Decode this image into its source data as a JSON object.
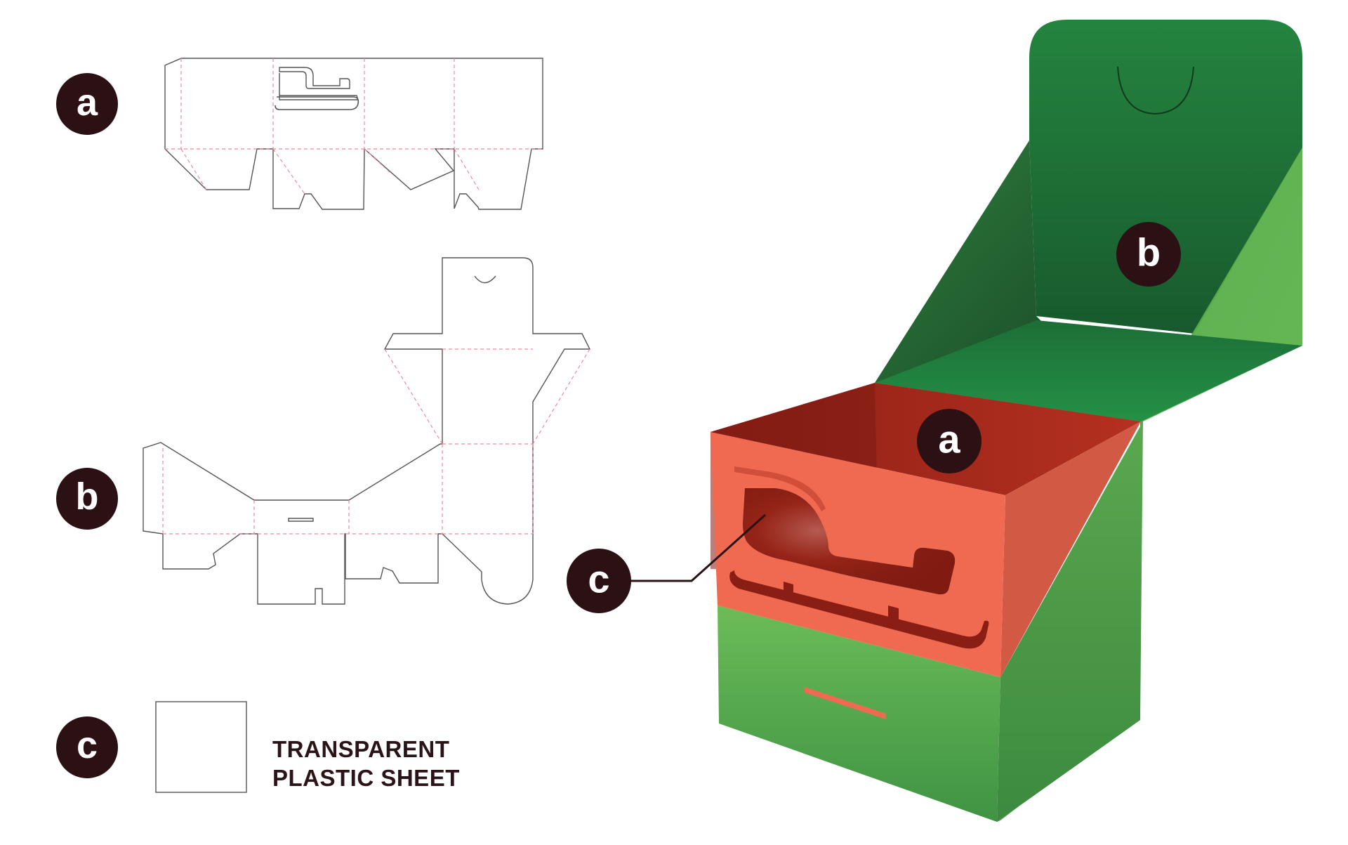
{
  "labels": {
    "part_a": "a",
    "part_b": "b",
    "part_c": "c"
  },
  "caption": {
    "line1": "TRANSPARENT",
    "line2": "PLASTIC SHEET"
  },
  "colors": {
    "badge": "#2b1014",
    "dieline_cut": "#555555",
    "dieline_fold": "#f08a9a",
    "box_red_front": "#f06a52",
    "box_red_inner": "#a8271c",
    "box_green": "#5fae50",
    "box_green_dark": "#1f6e38"
  }
}
